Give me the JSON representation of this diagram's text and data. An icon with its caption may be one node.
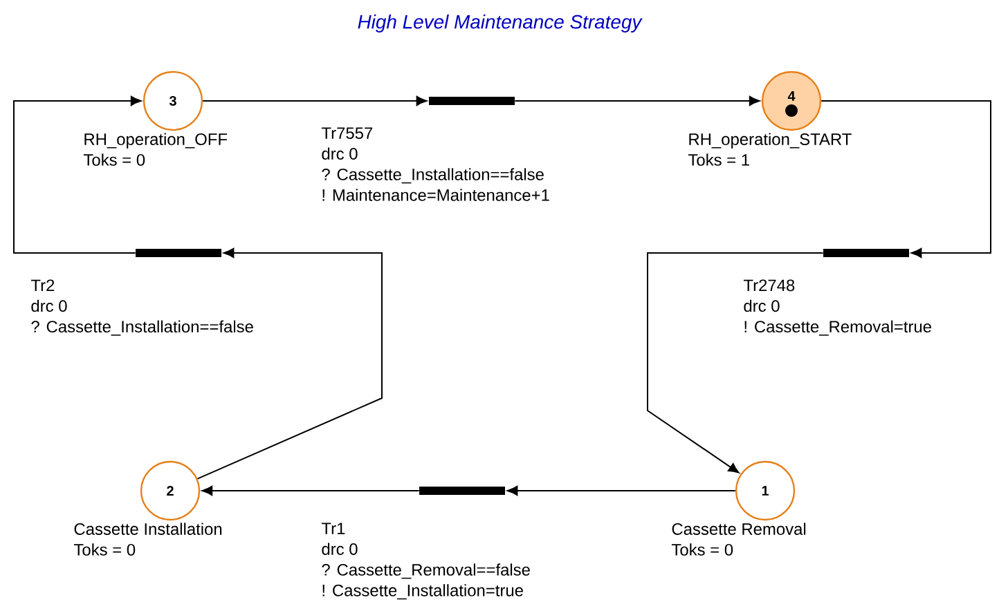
{
  "diagram": {
    "title": "High Level Maintenance Strategy",
    "nodes": [
      {
        "text": [
          "3"
        ],
        "beside": [
          "RH_operation_OFF",
          "Toks = 0"
        ]
      },
      {
        "text": [],
        "shape": "bar",
        "beside": [
          "Tr7557",
          "drc 0",
          "? Cassette_Installation==false",
          "! Maintenance=Maintenance+1"
        ]
      },
      {
        "text": [
          "4"
        ],
        "beside": [
          "RH_operation_START",
          "Toks = 1"
        ]
      },
      {
        "text": [],
        "shape": "bar",
        "beside": [
          "Tr2",
          "drc 0",
          "? Cassette_Installation==false"
        ]
      },
      {
        "text": [],
        "shape": "bar",
        "beside": [
          "Tr2748",
          "drc 0",
          "! Cassette_Removal=true"
        ]
      },
      {
        "text": [
          "2"
        ],
        "beside": [
          "Cassette Installation",
          "Toks = 0"
        ]
      },
      {
        "text": [],
        "shape": "bar",
        "beside": [
          "Tr1",
          "drc 0",
          "? Cassette_Removal==false",
          "! Cassette_Installation=true"
        ]
      },
      {
        "text": [
          "1"
        ],
        "beside": [
          "Cassette Removal",
          "Toks = 0"
        ]
      }
    ],
    "edges": [
      {
        "from": 0,
        "to": 1,
        "arrow": "to"
      },
      {
        "from": 1,
        "to": 2,
        "arrow": "to"
      },
      {
        "from": 2,
        "to": 4,
        "arrow": "to"
      },
      {
        "from": 4,
        "to": 7,
        "arrow": "to"
      },
      {
        "from": 7,
        "to": 6,
        "arrow": "to"
      },
      {
        "from": 6,
        "to": 5,
        "arrow": "to"
      },
      {
        "from": 5,
        "to": 3,
        "arrow": "to"
      },
      {
        "from": 3,
        "to": 0,
        "arrow": "to"
      }
    ]
  }
}
